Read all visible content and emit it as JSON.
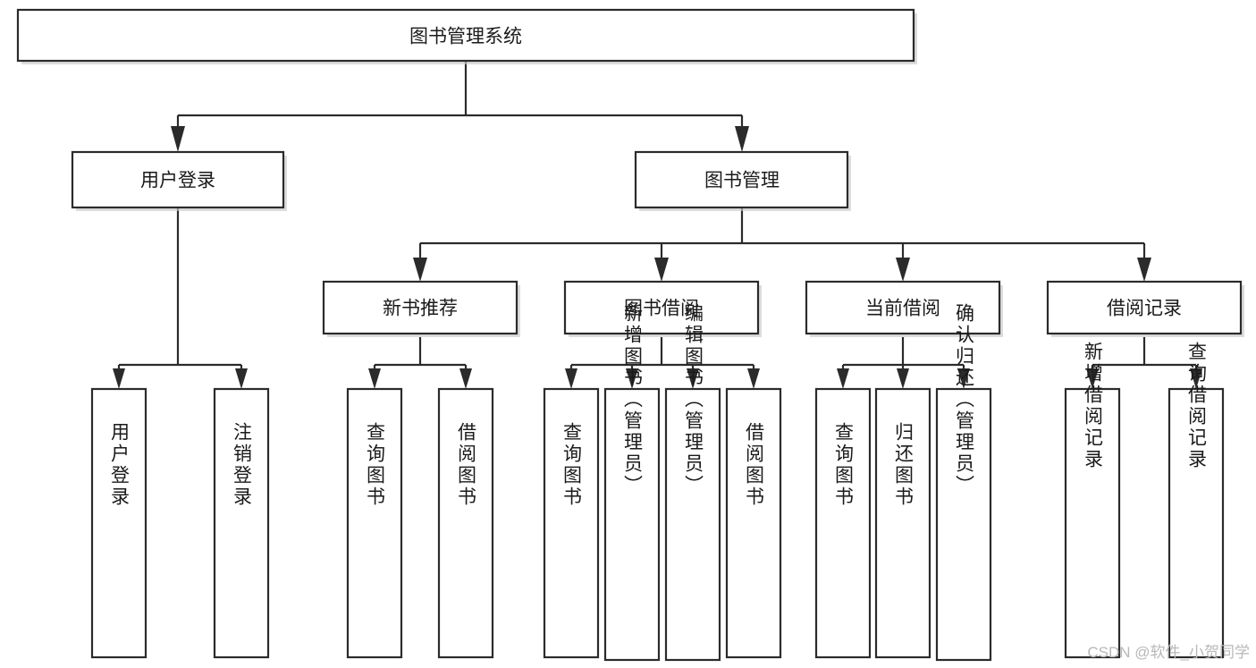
{
  "diagram": {
    "title": "图书管理系统",
    "type": "tree-hierarchy",
    "root": {
      "id": "root",
      "label": "图书管理系统"
    },
    "level2": [
      {
        "id": "user-login",
        "label": "用户登录"
      },
      {
        "id": "book-manage",
        "label": "图书管理"
      }
    ],
    "level3": [
      {
        "id": "new-book-rec",
        "label": "新书推荐",
        "parent": "book-manage"
      },
      {
        "id": "book-borrow",
        "label": "图书借阅",
        "parent": "book-manage"
      },
      {
        "id": "current-borrow",
        "label": "当前借阅",
        "parent": "book-manage"
      },
      {
        "id": "borrow-record",
        "label": "借阅记录",
        "parent": "book-manage"
      }
    ],
    "leaves": {
      "user-login": [
        {
          "id": "leaf-user-login",
          "label": "用户登录"
        },
        {
          "id": "leaf-user-logout",
          "label": "注销登录"
        }
      ],
      "new-book-rec": [
        {
          "id": "leaf-query-book-1",
          "label": "查询图书"
        },
        {
          "id": "leaf-borrow-book-1",
          "label": "借阅图书"
        }
      ],
      "book-borrow": [
        {
          "id": "leaf-query-book-2",
          "label": "查询图书"
        },
        {
          "id": "leaf-add-book",
          "label": "新增图书（管理员）"
        },
        {
          "id": "leaf-edit-book",
          "label": "编辑图书（管理员）"
        },
        {
          "id": "leaf-borrow-book-2",
          "label": "借阅图书"
        }
      ],
      "current-borrow": [
        {
          "id": "leaf-query-book-3",
          "label": "查询图书"
        },
        {
          "id": "leaf-return-book",
          "label": "归还图书"
        },
        {
          "id": "leaf-confirm-return",
          "label": "确认归还（管理员）"
        }
      ],
      "borrow-record": [
        {
          "id": "leaf-add-record",
          "label": "新增借阅记录"
        },
        {
          "id": "leaf-query-record",
          "label": "查询借阅记录"
        }
      ]
    }
  },
  "watermark": {
    "text": "CSDN @软件_小贺同学"
  },
  "colors": {
    "box_stroke": "#2b2b2b",
    "box_fill": "#ffffff",
    "text": "#1a1a1a",
    "background": "#ffffff",
    "watermark": "#b8b8b8"
  }
}
